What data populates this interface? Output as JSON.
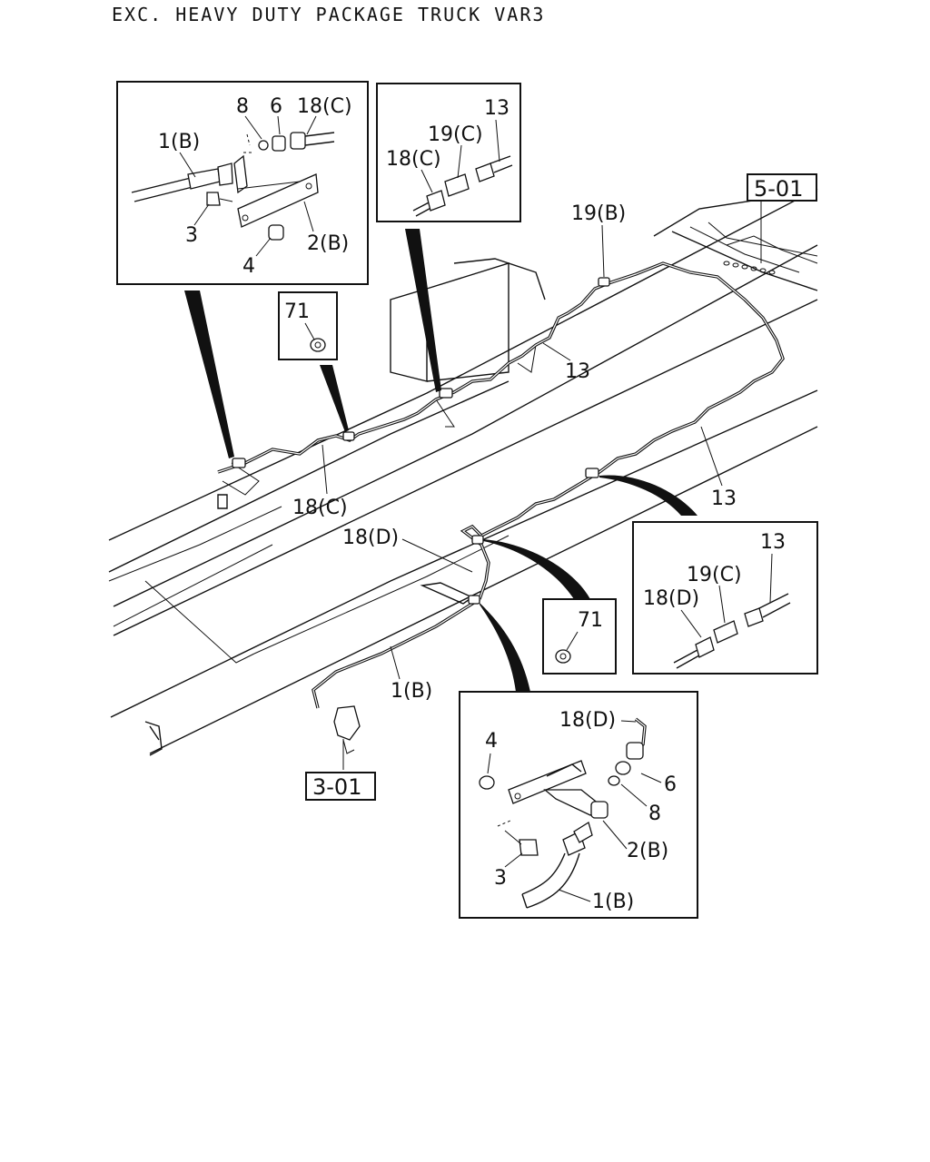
{
  "title": "EXC. HEAVY DUTY PACKAGE TRUCK VAR3",
  "refs": {
    "r501": "5-01",
    "r301": "3-01"
  },
  "detail_tl": {
    "p8": "8",
    "p6": "6",
    "p18c": "18(C)",
    "p1b": "1(B)",
    "p3": "3",
    "p4": "4",
    "p2b": "2(B)"
  },
  "detail_tc": {
    "p13": "13",
    "p19c": "19(C)",
    "p18c": "18(C)"
  },
  "detail_71a": {
    "p71": "71"
  },
  "detail_71b": {
    "p71": "71"
  },
  "detail_mr": {
    "p13": "13",
    "p19c": "19(C)",
    "p18d": "18(D)"
  },
  "detail_br": {
    "p18d": "18(D)",
    "p4": "4",
    "p6": "6",
    "p8": "8",
    "p2b": "2(B)",
    "p3": "3",
    "p1b": "1(B)"
  },
  "main": {
    "p19b": "19(B)",
    "p13a": "13",
    "p13b": "13",
    "p18c": "18(C)",
    "p18d": "18(D)",
    "p1b": "1(B)"
  }
}
